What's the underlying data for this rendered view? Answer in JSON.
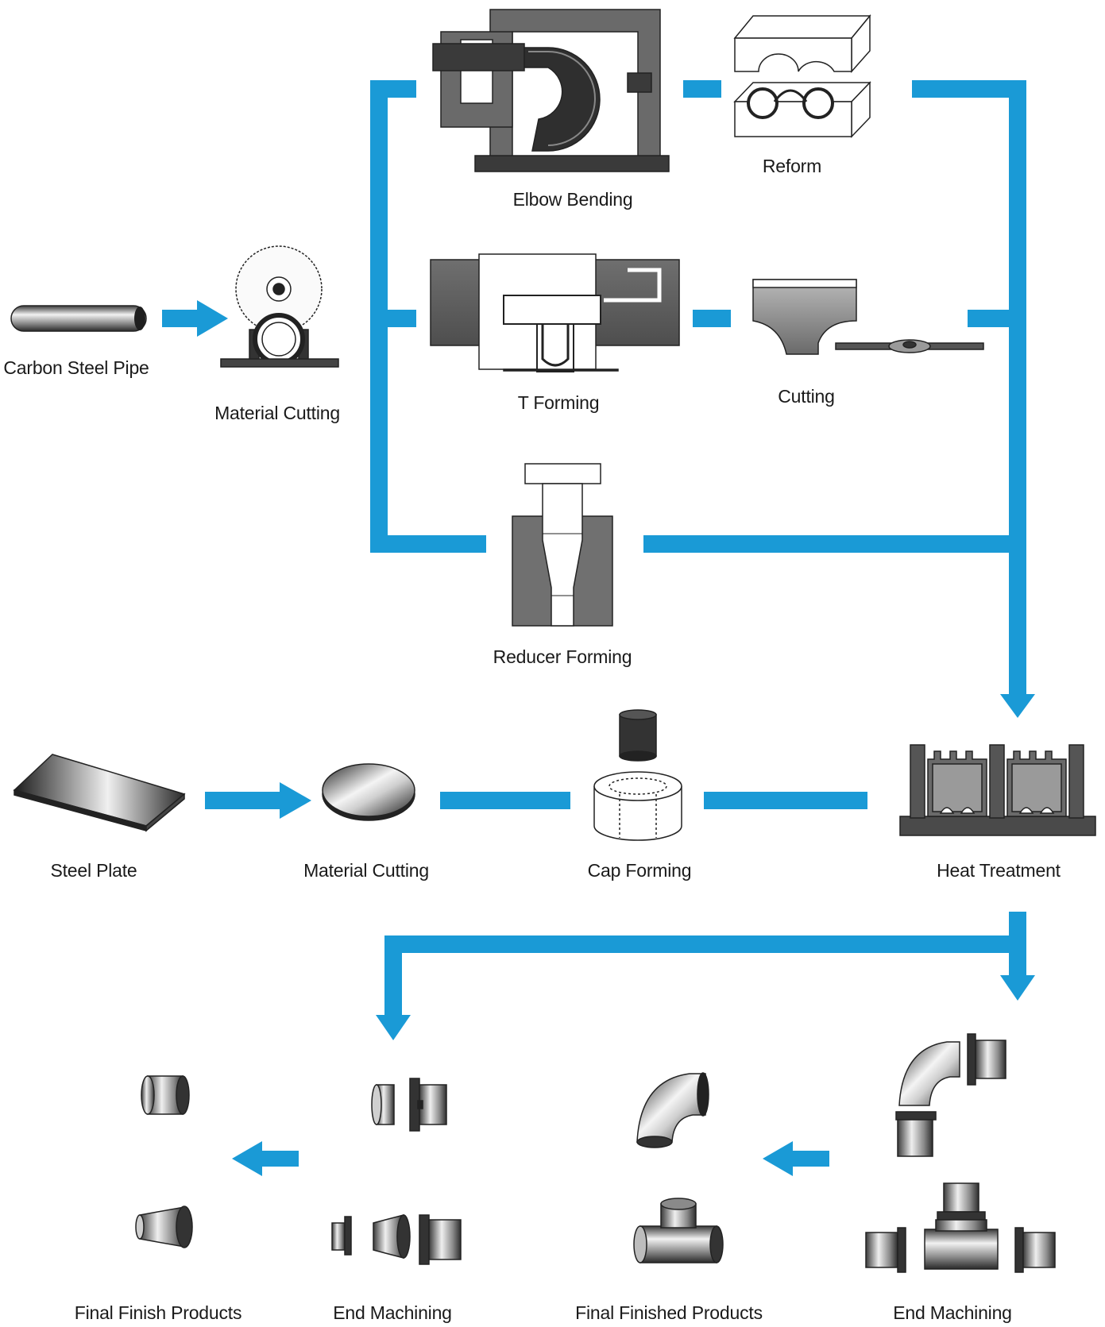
{
  "accent_color": "#1a9ad6",
  "labels": {
    "carbon_steel_pipe": "Carbon Steel Pipe",
    "material_cutting_pipe": "Material Cutting",
    "elbow_bending": "Elbow Bending",
    "reform": "Reform",
    "t_forming": "T Forming",
    "cutting": "Cutting",
    "reducer_forming": "Reducer Forming",
    "steel_plate": "Steel Plate",
    "material_cutting_plate": "Material Cutting",
    "cap_forming": "Cap Forming",
    "heat_treatment": "Heat Treatment",
    "final_finish_products": "Final Finish Products",
    "end_machining_left": "End Machining",
    "final_finished_products": "Final Finished Products",
    "end_machining_right": "End Machining"
  }
}
